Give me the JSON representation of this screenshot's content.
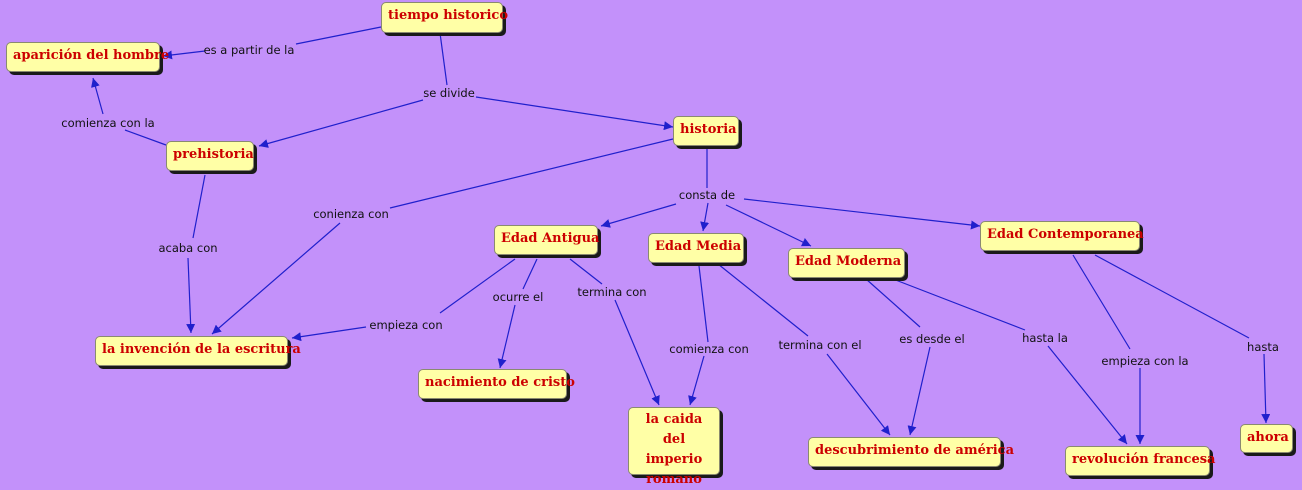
{
  "colors": {
    "background": "#c391fa",
    "node_fill": "#ffffa6",
    "node_text": "#cc0000",
    "edge": "#2020cc"
  },
  "nodes": {
    "tiempo": "tiempo historico",
    "aparicion": "aparición del hombre",
    "prehistoria": "prehistoria",
    "historia": "historia",
    "invencion": "la invención de la escritura",
    "antigua": "Edad Antigua",
    "media": "Edad Media",
    "moderna": "Edad Moderna",
    "contemporanea": "Edad Contemporanea",
    "nacimiento": "nacimiento de cristo",
    "caida": "la caida del imperio romano",
    "descubrimiento": "descubrimiento de américa",
    "revolucion": "revolución francesa",
    "ahora": "ahora"
  },
  "links": {
    "es_a_partir": "es a partir de la",
    "se_divide": "se divide",
    "comienza_con_la": "comienza con la",
    "consta_de": "consta de",
    "conienza_con": "conienza con",
    "acaba_con": "acaba con",
    "empieza_con": "empieza con",
    "ocurre_el": "ocurre el",
    "termina_con": "termina con",
    "comienza_con": "comienza con",
    "termina_con_el": "termina con el",
    "es_desde_el": "es desde el",
    "hasta_la": "hasta la",
    "empieza_con_la": "empieza con la",
    "hasta": "hasta"
  }
}
